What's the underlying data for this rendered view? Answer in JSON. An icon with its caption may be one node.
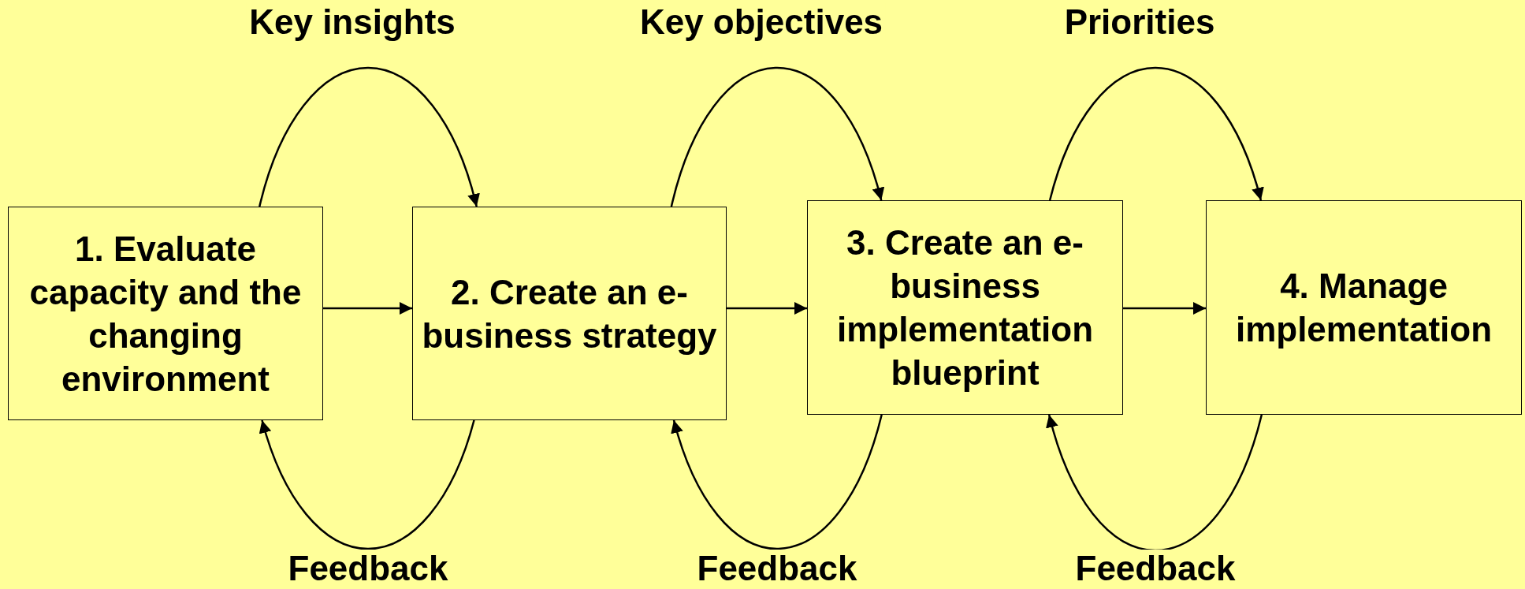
{
  "diagram": {
    "nodes": [
      {
        "text": [
          "1. Evaluate capacity and the changing environment"
        ]
      },
      {
        "text": [
          "2. Create an e-business strategy"
        ]
      },
      {
        "text": [
          "3. Create an e-business implementation blueprint"
        ]
      },
      {
        "text": [
          "4. Manage implementation"
        ]
      }
    ],
    "edges": [
      {
        "from": 0,
        "to": 1,
        "arrow": "to"
      },
      {
        "from": 0,
        "to": 1,
        "arrow": "to",
        "label": "Key insights"
      },
      {
        "from": 1,
        "to": 0,
        "arrow": "to",
        "label": "Feedback"
      },
      {
        "from": 1,
        "to": 2,
        "arrow": "to"
      },
      {
        "from": 1,
        "to": 2,
        "arrow": "to",
        "label": "Key objectives"
      },
      {
        "from": 2,
        "to": 1,
        "arrow": "to",
        "label": "Feedback"
      },
      {
        "from": 2,
        "to": 3,
        "arrow": "to"
      },
      {
        "from": 2,
        "to": 3,
        "arrow": "to",
        "label": "Priorities"
      },
      {
        "from": 3,
        "to": 2,
        "arrow": "to",
        "label": "Feedback"
      }
    ]
  }
}
